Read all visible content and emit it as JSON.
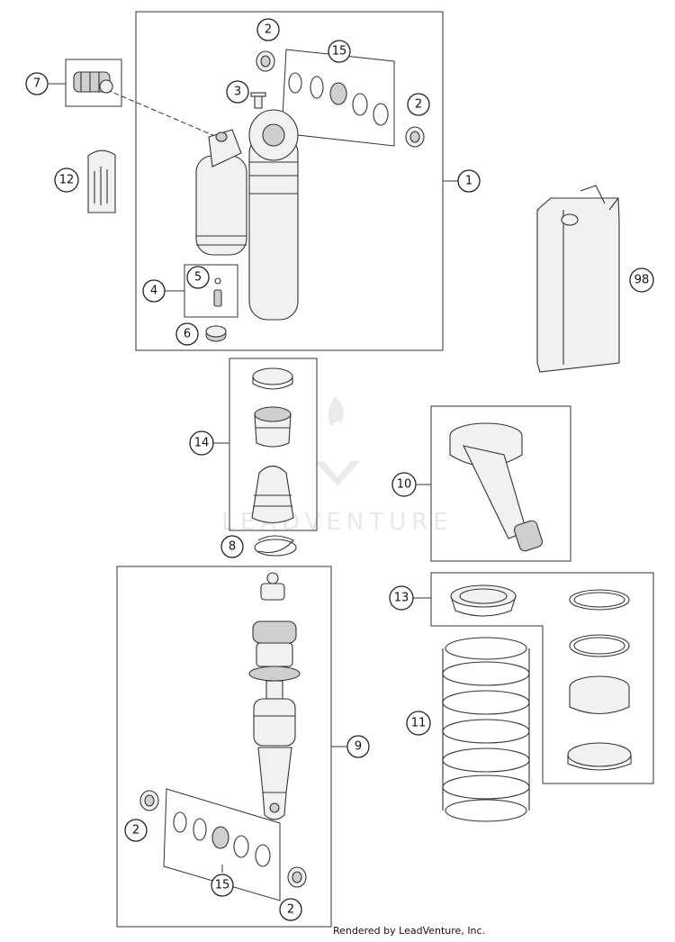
{
  "callouts": {
    "c1": "1",
    "c2a": "2",
    "c2b": "2",
    "c2c": "2",
    "c2d": "2",
    "c3": "3",
    "c4": "4",
    "c5": "5",
    "c6": "6",
    "c7": "7",
    "c8": "8",
    "c9": "9",
    "c10": "10",
    "c11": "11",
    "c12": "12",
    "c13": "13",
    "c14": "14",
    "c15a": "15",
    "c15b": "15",
    "c98": "98"
  },
  "watermark": "LEADVENTURE",
  "footer": "Rendered by LeadVenture, Inc."
}
